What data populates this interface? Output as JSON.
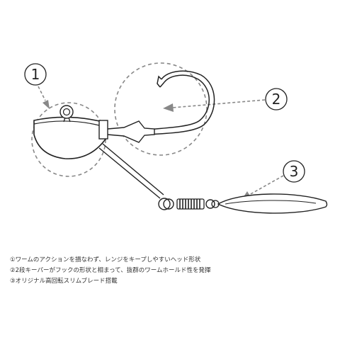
{
  "callouts": [
    {
      "num": "1"
    },
    {
      "num": "2"
    },
    {
      "num": "3"
    }
  ],
  "notes": [
    "①ワームのアクションを損なわず、レンジをキープしやすいヘッド形状",
    "②2段キーパーがフックの形状と相まって、抜群のワームホールド性を発揮",
    "③オリジナル高回転スリムブレード搭載"
  ],
  "colors": {
    "line": "#222222",
    "dash": "#888888",
    "fill": "#ffffff"
  }
}
